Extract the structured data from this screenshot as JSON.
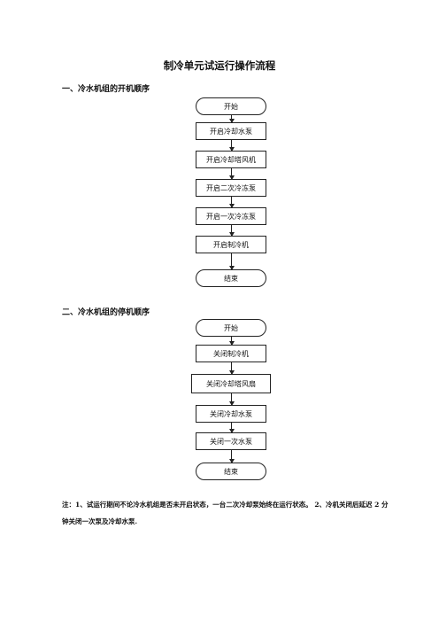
{
  "title": "制冷单元试运行操作流程",
  "sections": {
    "startup": {
      "heading": "一、冷水机组的开机顺序",
      "steps": [
        "开始",
        "开启冷却水泵",
        "开启冷却塔风机",
        "开启二次冷冻泵",
        "开启一次冷冻泵",
        "开启制冷机",
        "结束"
      ]
    },
    "shutdown": {
      "heading": "二、冷水机组的停机顺序",
      "steps": [
        "开始",
        "关闭制冷机",
        "关闭冷却塔风扇",
        "关闭冷却水泵",
        "关闭一次水泵",
        "结束"
      ]
    }
  },
  "note": "注：1、试运行期间不论冷水机组是否未开启状态，一台二次冷却泵始终在运行状态。 2、冷机关闭后延迟 2 分钟关闭一次泵及冷却水泵."
}
